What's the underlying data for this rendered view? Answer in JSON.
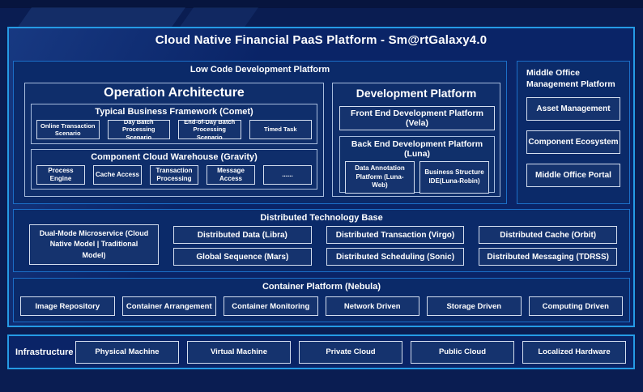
{
  "title": "Cloud Native Financial PaaS Platform - Sm@rtGalaxy4.0",
  "colors": {
    "background": "#0A1D52",
    "panel": "#0A2467",
    "accent_border": "#259BE5",
    "section_border": "#1C6FC8",
    "leaf_border": "#D4DEEF",
    "text": "#FFFFFF"
  },
  "low_code": {
    "label": "Low Code Development Platform",
    "operation_architecture": {
      "title": "Operation Architecture",
      "typical_business_framework": {
        "title": "Typical Business Framework (Comet)",
        "items": [
          "Online Transaction Scenario",
          "Day Batch Processing Scenario",
          "End-of-Day Batch Processing Scenario",
          "Timed Task"
        ]
      },
      "component_cloud_warehouse": {
        "title": "Component Cloud Warehouse (Gravity)",
        "items": [
          "Process Engine",
          "Cache Access",
          "Transaction Processing",
          "Message Access",
          "......"
        ]
      }
    },
    "development_platform": {
      "title": "Development Platform",
      "front_end": "Front End Development Platform (Vela)",
      "back_end": {
        "title": "Back End Development Platform (Luna)",
        "items": [
          "Data Annotation Platform (Luna-Web)",
          "Business Structure IDE(Luna-Robin)"
        ]
      }
    }
  },
  "middle_office": {
    "label": "Middle Office Management Platform",
    "items": [
      "Asset Management",
      "Component Ecosystem",
      "Middle Office Portal"
    ]
  },
  "distributed_technology_base": {
    "label": "Distributed Technology Base",
    "dual_mode": "Dual-Mode Microservice (Cloud Native Model | Traditional Model)",
    "columns": [
      [
        "Distributed Data (Libra)",
        "Global Sequence (Mars)"
      ],
      [
        "Distributed Transaction (Virgo)",
        "Distributed Scheduling (Sonic)"
      ],
      [
        "Distributed Cache (Orbit)",
        "Distributed Messaging (TDRSS)"
      ]
    ]
  },
  "container_platform": {
    "label": "Container Platform (Nebula)",
    "items": [
      "Image Repository",
      "Container Arrangement",
      "Container Monitoring",
      "Network Driven",
      "Storage Driven",
      "Computing Driven"
    ]
  },
  "infrastructure": {
    "label": "Infrastructure",
    "items": [
      "Physical Machine",
      "Virtual Machine",
      "Private Cloud",
      "Public Cloud",
      "Localized Hardware"
    ]
  }
}
